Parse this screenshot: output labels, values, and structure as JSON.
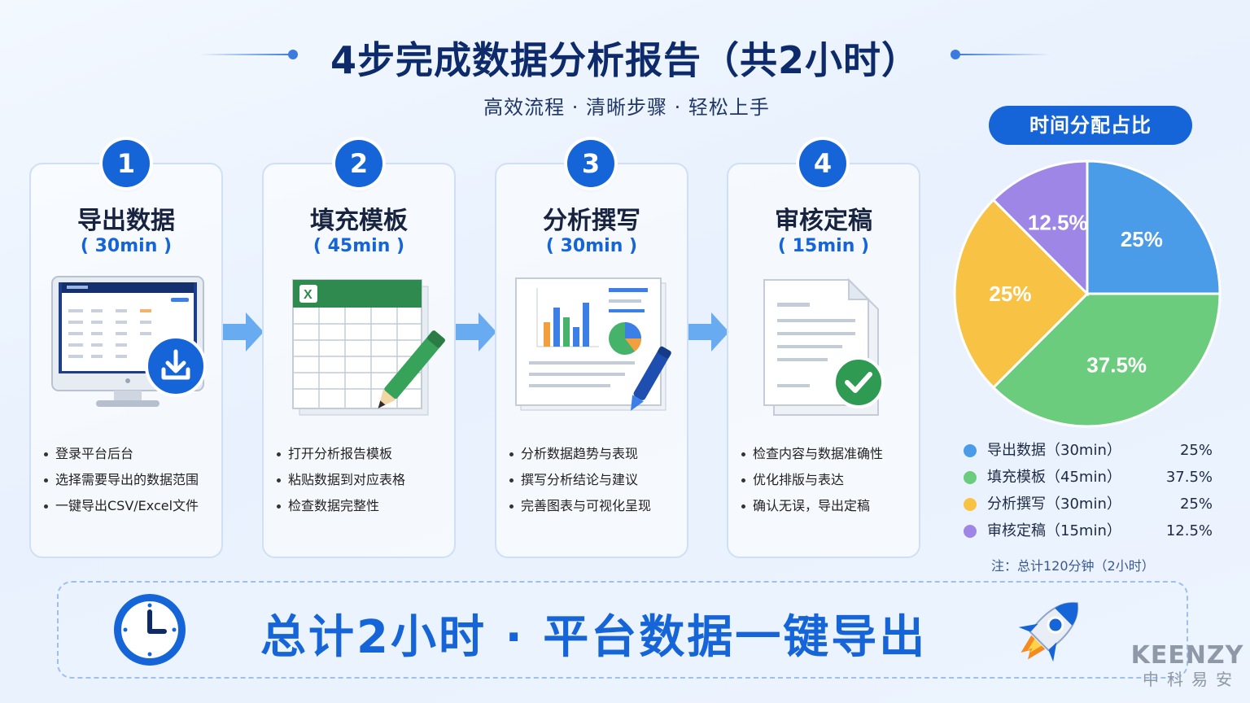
{
  "header": {
    "title": "4步完成数据分析报告（共2小时）",
    "subtitle": "高效流程 · 清晰步骤 · 轻松上手"
  },
  "steps": [
    {
      "num": "1",
      "title": "导出数据",
      "time": "( 30min )",
      "illustration": "monitor-download-icon",
      "bullets": [
        "登录平台后台",
        "选择需要导出的数据范围",
        "一键导出CSV/Excel文件"
      ]
    },
    {
      "num": "2",
      "title": "填充模板",
      "time": "( 45min )",
      "illustration": "excel-template-icon",
      "bullets": [
        "打开分析报告模板",
        "粘贴数据到对应表格",
        "检查数据完整性"
      ]
    },
    {
      "num": "3",
      "title": "分析撰写",
      "time": "( 30min )",
      "illustration": "chart-report-icon",
      "bullets": [
        "分析数据趋势与表现",
        "撰写分析结论与建议",
        "完善图表与可视化呈现"
      ]
    },
    {
      "num": "4",
      "title": "审核定稿",
      "time": "( 15min )",
      "illustration": "document-check-icon",
      "bullets": [
        "检查内容与数据准确性",
        "优化排版与表达",
        "确认无误，导出定稿"
      ]
    }
  ],
  "pie": {
    "header": "时间分配占比",
    "note": "注：总计120分钟（2小时）"
  },
  "chart_data": {
    "type": "pie",
    "title": "时间分配占比",
    "slices": [
      {
        "label": "导出数据（30min）",
        "value": 25,
        "display": "25%",
        "color": "#4a9be8"
      },
      {
        "label": "填充模板（45min）",
        "value": 37.5,
        "display": "37.5%",
        "color": "#6ccc7e"
      },
      {
        "label": "分析撰写（30min）",
        "value": 25,
        "display": "25%",
        "color": "#f8c245"
      },
      {
        "label": "审核定稿（15min）",
        "value": 12.5,
        "display": "12.5%",
        "color": "#9d86e6"
      }
    ]
  },
  "banner": {
    "text": "总计2小时  ·  平台数据一键导出",
    "left_icon": "clock-icon",
    "right_icon": "rocket-icon"
  },
  "brand": {
    "name": "KEENZY",
    "sub": "中科易安"
  },
  "colors": {
    "primary": "#1565d8",
    "title": "#0d2a6b"
  }
}
